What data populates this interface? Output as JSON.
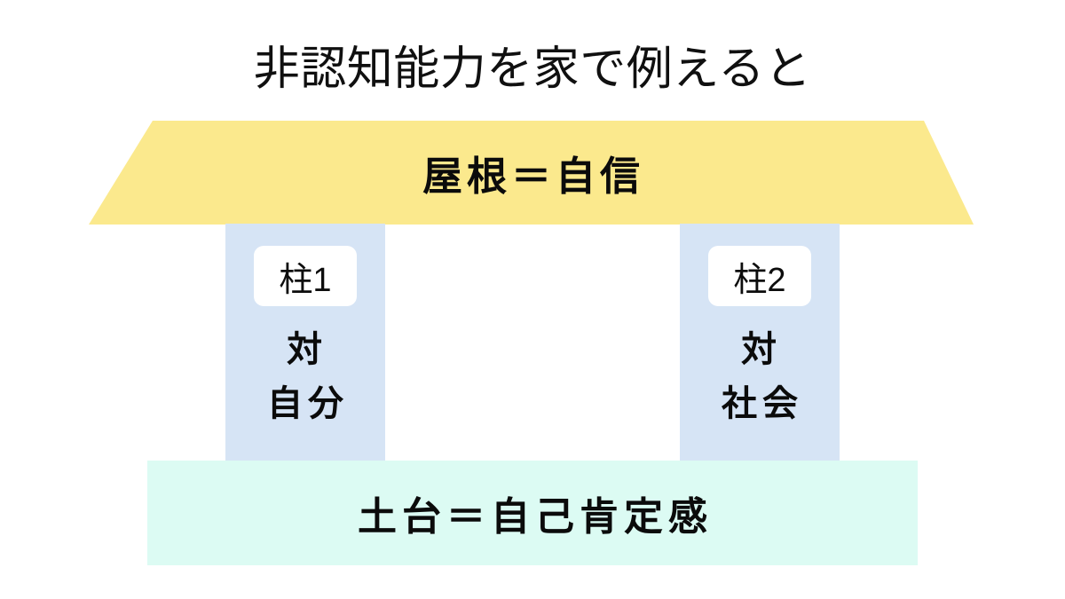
{
  "page": {
    "title": "非認知能力を家で例えると",
    "background_color": "#ffffff"
  },
  "diagram": {
    "type": "house-metaphor",
    "roof": {
      "shape": "trapezoid",
      "label": "屋根＝自信",
      "color": "#fbe98d"
    },
    "pillars": [
      {
        "badge": "柱1",
        "line1": "対",
        "line2": "自分",
        "color": "#d6e4f5",
        "badge_color": "#ffffff"
      },
      {
        "badge": "柱2",
        "line1": "対",
        "line2": "社会",
        "color": "#d6e4f5",
        "badge_color": "#ffffff"
      }
    ],
    "foundation": {
      "label": "土台＝自己肯定感",
      "color": "#dcfbf3"
    }
  }
}
